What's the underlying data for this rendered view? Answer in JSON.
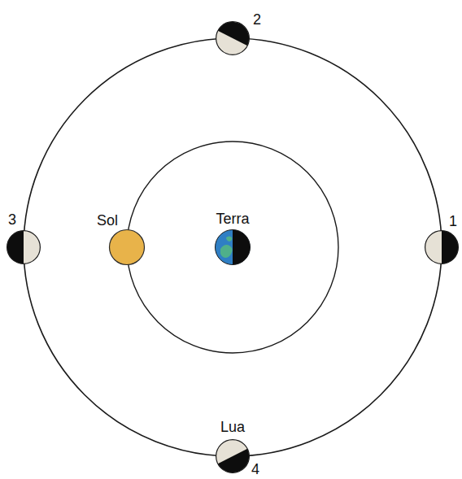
{
  "diagram": {
    "nodes": [
      {
        "text": [
          "2"
        ]
      },
      {
        "text": [
          "3"
        ]
      },
      {
        "text": [
          "Sol"
        ]
      },
      {
        "text": [
          "Terra"
        ]
      },
      {
        "text": [
          "1"
        ]
      },
      {
        "text": [
          "Lua",
          "4"
        ]
      }
    ]
  }
}
